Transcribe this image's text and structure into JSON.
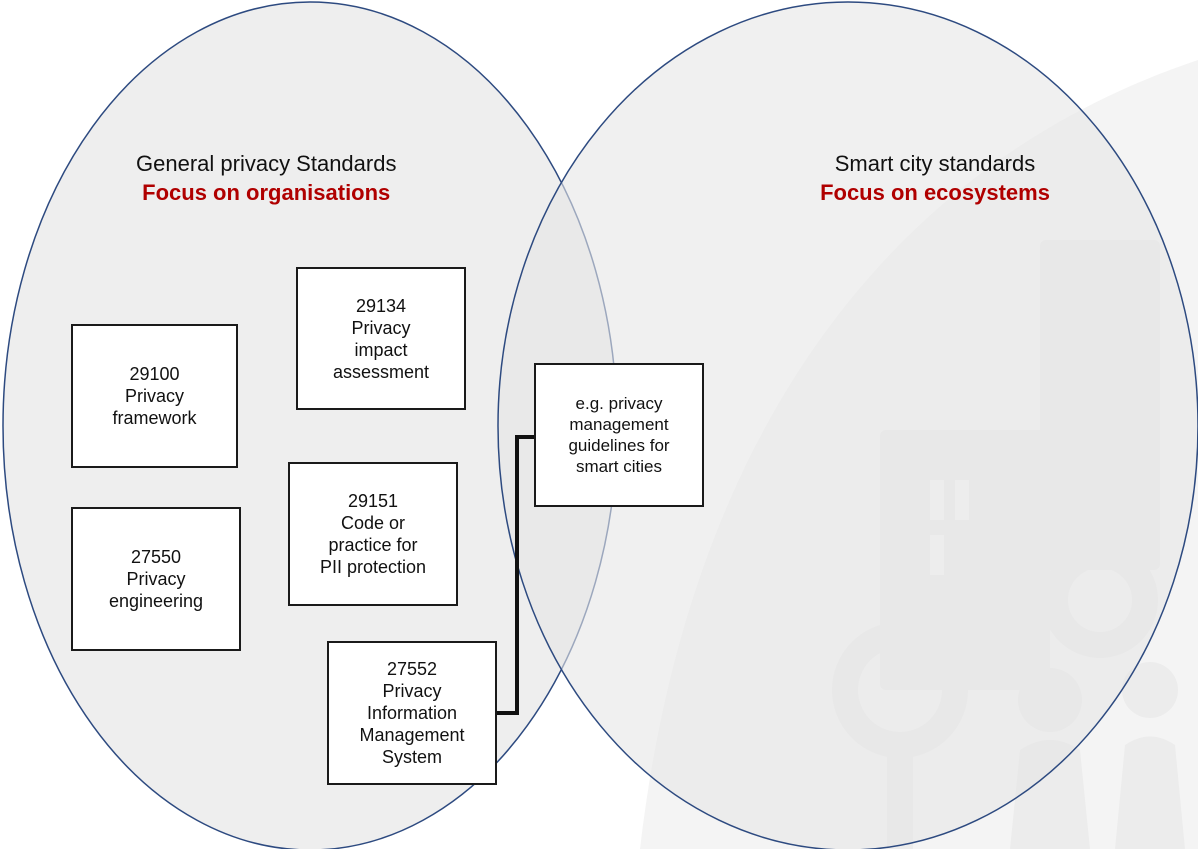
{
  "colors": {
    "accent": "#b00000",
    "circle_fill": "#ebebeb",
    "circle_stroke": "#2d4a80",
    "box_border": "#1a1a1a",
    "watermark": "#f2f2f2"
  },
  "left_set": {
    "title": "General privacy Standards",
    "focus": "Focus on organisations"
  },
  "right_set": {
    "title": "Smart city standards",
    "focus": "Focus on ecosystems"
  },
  "standards": [
    {
      "id": "29100",
      "text": "29100\nPrivacy\nframework"
    },
    {
      "id": "27550",
      "text": "27550\nPrivacy\nengineering"
    },
    {
      "id": "29134",
      "text": "29134\nPrivacy\nimpact\nassessment"
    },
    {
      "id": "29151",
      "text": "29151\nCode or\npractice for\nPII protection"
    },
    {
      "id": "27552",
      "text": "27552\nPrivacy\nInformation\nManagement\nSystem"
    }
  ],
  "intersection": {
    "text": "e.g. privacy\nmanagement\nguidelines for\nsmart cities"
  },
  "background_icons": [
    "building-icon",
    "people-icon",
    "magnifier-icon"
  ]
}
